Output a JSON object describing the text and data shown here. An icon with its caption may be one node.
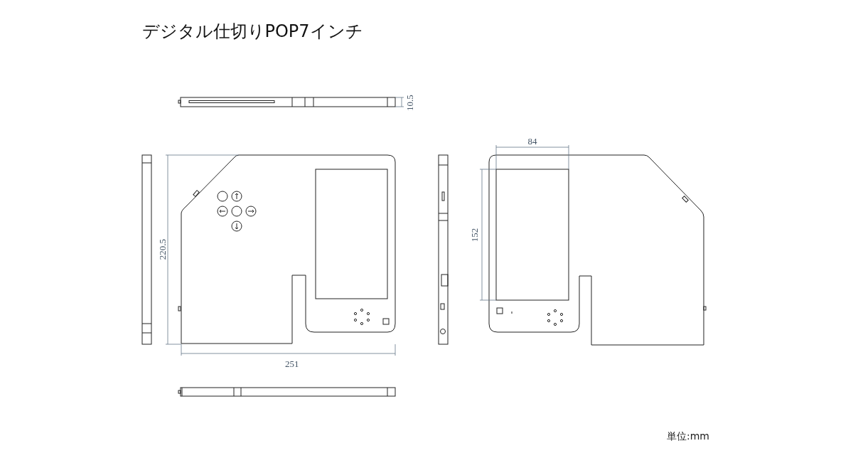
{
  "diagram": {
    "title": "デジタル仕切りPOP7インチ",
    "labels": [
      "10.5",
      "84",
      "220.5",
      "152",
      "251",
      "単位:mm"
    ]
  }
}
